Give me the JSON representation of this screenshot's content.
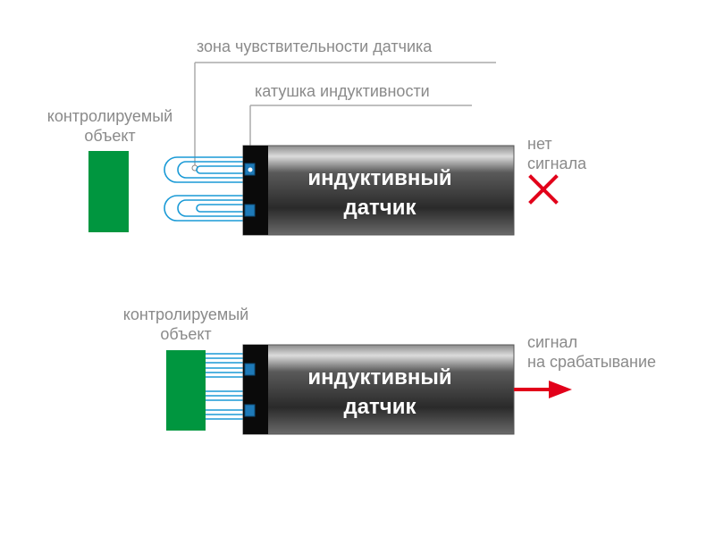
{
  "labels": {
    "sensitivity_zone": "зона чувствительности датчика",
    "coil": "катушка индуктивности"
  },
  "top": {
    "object_label_line1": "контролируемый",
    "object_label_line2": "объект",
    "sensor_line1": "индуктивный",
    "sensor_line2": "датчик",
    "output_line1": "нет",
    "output_line2": "сигнала",
    "output_icon": "cross-icon"
  },
  "bottom": {
    "object_label_line1": "контролируемый",
    "object_label_line2": "объект",
    "sensor_line1": "индуктивный",
    "sensor_line2": "датчик",
    "output_line1": "сигнал",
    "output_line2": "на срабатывание",
    "output_icon": "arrow-right-icon"
  },
  "colors": {
    "object": "#00963f",
    "field_lines": "#1a9ad6",
    "coil": "#1e7ab8",
    "no_signal": "#e2001a",
    "signal": "#e2001a",
    "label_text": "#8a8a8a",
    "leader_line": "#aaaaaa"
  }
}
